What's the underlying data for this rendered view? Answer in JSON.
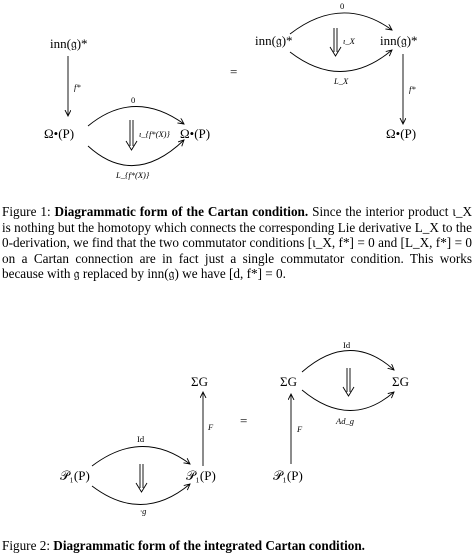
{
  "figure1": {
    "left": {
      "top_node": "inn(𝔤)*",
      "bottom_left_node": "Ω•(P)",
      "bottom_right_node": "Ω•(P)",
      "vertical_label": "f*",
      "upper_arc_label": "0",
      "inner_label": "ι_{f*(X)}",
      "lower_arc_label": "L_{f*(X)}"
    },
    "equals": "=",
    "right": {
      "top_left_node": "inn(𝔤)*",
      "top_right_node": "inn(𝔤)*",
      "bottom_node": "Ω•(P)",
      "upper_arc_label": "0",
      "inner_label": "ι_X",
      "lower_arc_label": "L_X",
      "vertical_label": "f*"
    },
    "caption": {
      "prefix": "Figure 1: ",
      "title": "Diagrammatic form of the Cartan condition.",
      "body": " Since the interior product ι_X is nothing but the homotopy which connects the corresponding Lie derivative L_X to the 0-derivation, we find that the two commutator conditions [ι_X, f*] = 0 and [L_X, f*] = 0 on a Cartan connection are in fact just a single commutator condition. This works because with 𝔤 replaced by inn(𝔤) we have [d, f*] = 0."
    }
  },
  "figure2": {
    "left": {
      "top_node": "ΣG",
      "vertical_label": "F",
      "bottom_left_node": "𝒫₁(P)",
      "bottom_right_node": "𝒫₁(P)",
      "upper_arc_label": "Id",
      "lower_arc_label": "·g"
    },
    "equals": "=",
    "right": {
      "top_left_node": "ΣG",
      "top_right_node": "ΣG",
      "bottom_node": "𝒫₁(P)",
      "vertical_label": "F",
      "upper_arc_label": "Id",
      "lower_arc_label": "Ad_g"
    },
    "caption": {
      "prefix": "Figure 2: ",
      "title": "Diagrammatic form of the integrated Cartan condition."
    }
  }
}
